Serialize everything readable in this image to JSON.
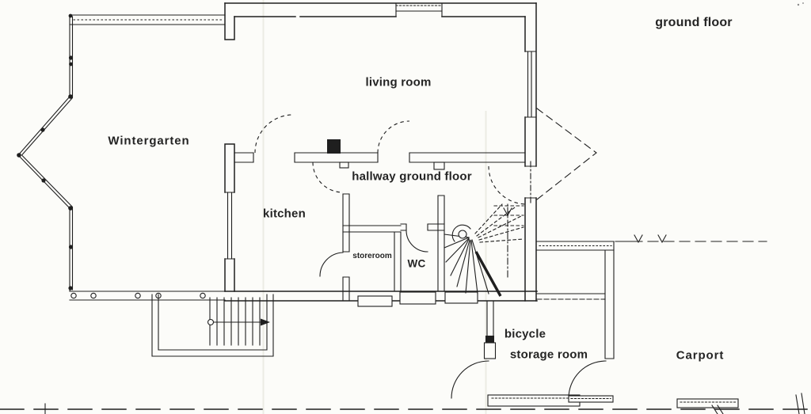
{
  "meta": {
    "drawing_type": "scanned architectural floor plan",
    "paper_color": "#fcfcf9",
    "ink_color": "#1f1f1f"
  },
  "title": {
    "floor": "ground floor"
  },
  "labels": {
    "living_room": "living room",
    "wintergarten": "Wintergarten",
    "hallway": "hallway ground floor",
    "kitchen": "kitchen",
    "storeroom": "storeroom",
    "wc": "WC",
    "bicycle_line1": "bicycle",
    "bicycle_line2": "storage room",
    "carport": "Carport"
  }
}
